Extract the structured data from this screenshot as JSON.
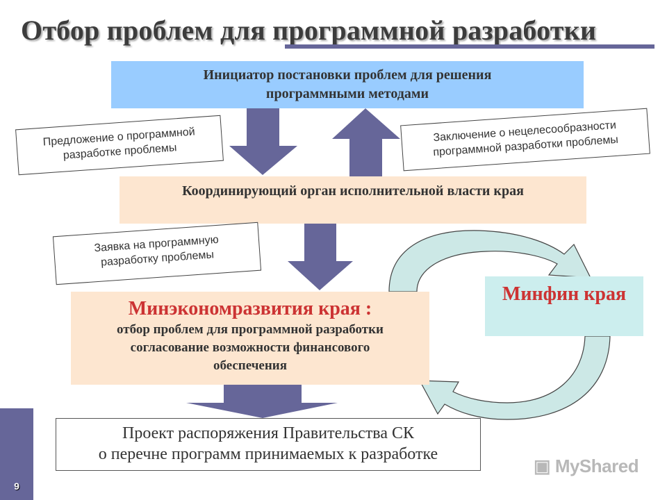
{
  "title": "Отбор проблем для программной разработки",
  "initiator": {
    "line1": "Инициатор постановки проблем для решения",
    "line2": "программными методами"
  },
  "coordinator": "Координирующий орган исполнительной власти края",
  "minecon": {
    "head": "Минэкономразвития края :",
    "line1": "отбор проблем для программной  разработки",
    "line2": "согласование возможности финансового",
    "line3": "обеспечения"
  },
  "minfin": "Минфин края",
  "project": {
    "line1": "Проект распоряжения Правительства СК",
    "line2": "о перечне программ принимаемых к разработке"
  },
  "notes": {
    "proposal": {
      "line1": "Предложение о программной",
      "line2": "разработке проблемы"
    },
    "conclusion": {
      "line1": "Заключение о нецелесообразности",
      "line2": "программной разработки проблемы"
    },
    "request": {
      "line1": "Заявка на программную",
      "line2": "разработку проблемы"
    }
  },
  "page_number": "9",
  "watermark": "MyShared",
  "colors": {
    "arrow": "#666699",
    "initiator_fill": "#99ccff",
    "peach_fill": "#fde6d0",
    "minfin_fill": "#cceeee",
    "accent_red": "#cc3333",
    "cycle_arrow_fill": "#cce8e6"
  }
}
